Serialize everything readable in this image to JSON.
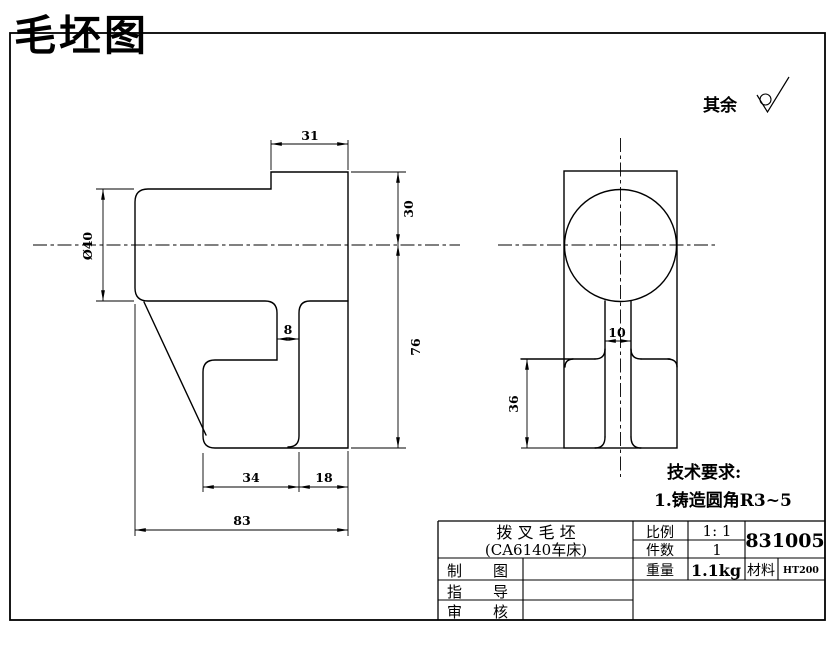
{
  "sheet": {
    "title": "毛坯图",
    "title_color": "#d5281e",
    "line_color": "#000000"
  },
  "surface_finish": {
    "prefix": "其余"
  },
  "tech_req": {
    "heading": "技术要求:",
    "item1": "1.铸造圆角R3~5"
  },
  "front_view": {
    "dims": {
      "top_width": "31",
      "top_radius": "30",
      "hub_dia": "Ø40",
      "stem_width": "8",
      "lower_height": "76",
      "base_left": "34",
      "base_right": "18",
      "total_width": "83"
    }
  },
  "side_view": {
    "dims": {
      "slot_width": "10",
      "flange_height": "36"
    }
  },
  "title_block": {
    "part_name": "拨 叉 毛 坯",
    "part_spec": "(CA6140车床)",
    "scale_label": "比例",
    "scale_value": "1: 1",
    "qty_label": "件数",
    "qty_value": "1",
    "drawing_no": "831005",
    "weight_label": "重量",
    "weight_value": "1.1kg",
    "material_label": "材料",
    "material_value": "HT200",
    "drafter_label": "制　图",
    "supervisor_label": "指　导",
    "reviewer_label": "审　核"
  }
}
